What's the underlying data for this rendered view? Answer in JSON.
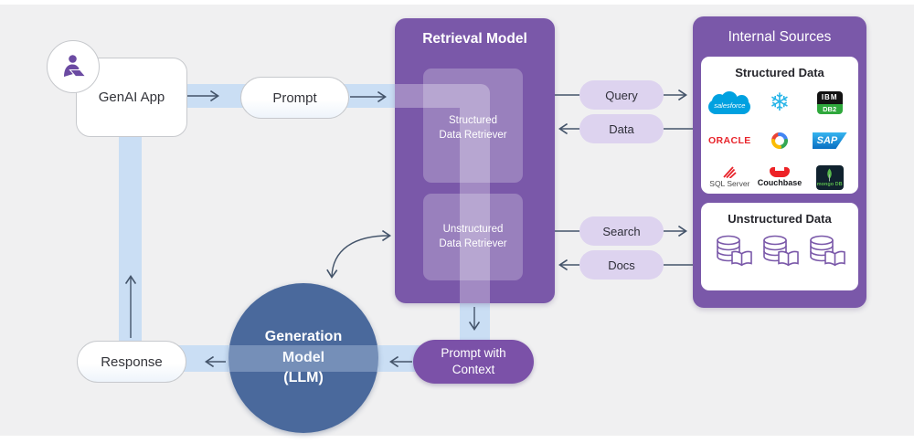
{
  "colors": {
    "background": "#f0f0f1",
    "purple_box": "#7a58a9",
    "lavender_pill": "#ddd3ef",
    "flow_band_blue": "#cadef4",
    "generation_circle_blue": "#4a699c",
    "arrow": "#44546a",
    "salesforce_blue": "#00a1e0",
    "snowflake_blue": "#29b5e8",
    "oracle_red": "#e8242b",
    "mongo_green": "#58b84c"
  },
  "genai_app": {
    "label": "GenAI App",
    "icon": "person-laptop-icon"
  },
  "prompt_pill": {
    "label": "Prompt"
  },
  "response_pill": {
    "label": "Response"
  },
  "retrieval_model": {
    "title": "Retrieval Model",
    "retrievers": [
      {
        "line1": "Structured",
        "line2": "Data Retriever"
      },
      {
        "line1": "Unstructured",
        "line2": "Data Retriever"
      }
    ]
  },
  "flow_pills": {
    "query": "Query",
    "data": "Data",
    "search": "Search",
    "docs": "Docs"
  },
  "internal_sources": {
    "title": "Internal Sources",
    "structured": {
      "title": "Structured Data",
      "logos": [
        {
          "name": "salesforce",
          "label": "salesforce"
        },
        {
          "name": "snowflake",
          "glyph": "❄"
        },
        {
          "name": "ibm-db2",
          "line1": "IBM",
          "line2": "DB2"
        },
        {
          "name": "oracle",
          "label": "ORACLE"
        },
        {
          "name": "google-cloud"
        },
        {
          "name": "sap",
          "label": "SAP"
        },
        {
          "name": "sql-server",
          "label": "SQL Server"
        },
        {
          "name": "couchbase",
          "label": "Couchbase"
        },
        {
          "name": "mongodb",
          "label": "mongo DB"
        }
      ]
    },
    "unstructured": {
      "title": "Unstructured Data",
      "icon": "database-book-icon",
      "icon_count": 3
    }
  },
  "prompt_with_context": {
    "line1": "Prompt with",
    "line2": "Context"
  },
  "generation_model": {
    "line1": "Generation",
    "line2": "Model",
    "line3": "(LLM)"
  }
}
